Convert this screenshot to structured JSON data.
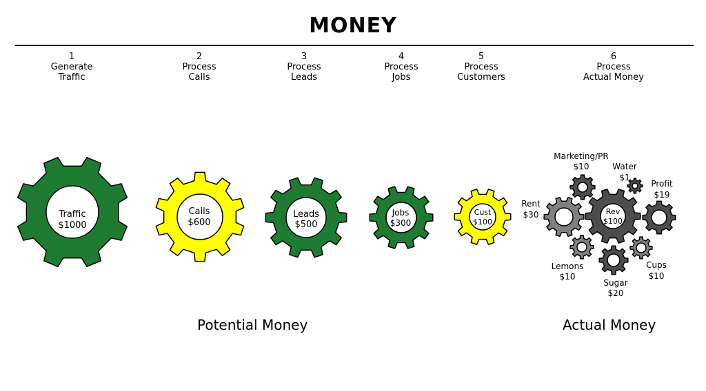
{
  "title": "MONEY",
  "steps": [
    {
      "number": "1",
      "lines": [
        "Generate",
        "Traffic"
      ]
    },
    {
      "number": "2",
      "lines": [
        "Process",
        "Calls"
      ]
    },
    {
      "number": "3",
      "lines": [
        "Process",
        "Leads"
      ]
    },
    {
      "number": "4",
      "lines": [
        "Process",
        "Jobs"
      ]
    },
    {
      "number": "5",
      "lines": [
        "Process",
        "Customers"
      ]
    },
    {
      "number": "6",
      "lines": [
        "Process",
        "Actual Money"
      ]
    }
  ],
  "potential_gears": [
    {
      "name": "gear-traffic",
      "label": "Traffic",
      "value": "$1000",
      "color": "#1e7b32"
    },
    {
      "name": "gear-calls",
      "label": "Calls",
      "value": "$600",
      "color": "#ffff00"
    },
    {
      "name": "gear-leads",
      "label": "Leads",
      "value": "$500",
      "color": "#1e7b32"
    },
    {
      "name": "gear-jobs",
      "label": "Jobs",
      "value": "$300",
      "color": "#1e7b32"
    },
    {
      "name": "gear-cust",
      "label": "Cust",
      "value": "$100",
      "color": "#ffff00"
    }
  ],
  "revenue_gear": {
    "label": "Rev",
    "value": "$100",
    "color": "#4d4d4d"
  },
  "expense_gears": [
    {
      "name": "gear-marketing",
      "label": "Marketing/PR",
      "value": "$10",
      "color": "#4d4d4d"
    },
    {
      "name": "gear-water",
      "label": "Water",
      "value": "$1",
      "color": "#4d4d4d"
    },
    {
      "name": "gear-profit",
      "label": "Profit",
      "value": "$19",
      "color": "#4d4d4d"
    },
    {
      "name": "gear-rent",
      "label": "Rent",
      "value": "$30",
      "color": "#808080"
    },
    {
      "name": "gear-lemons",
      "label": "Lemons",
      "value": "$10",
      "color": "#808080"
    },
    {
      "name": "gear-sugar",
      "label": "Sugar",
      "value": "$20",
      "color": "#4d4d4d"
    },
    {
      "name": "gear-cups",
      "label": "Cups",
      "value": "$10",
      "color": "#808080"
    }
  ],
  "sections": {
    "potential": "Potential Money",
    "actual": "Actual Money"
  }
}
